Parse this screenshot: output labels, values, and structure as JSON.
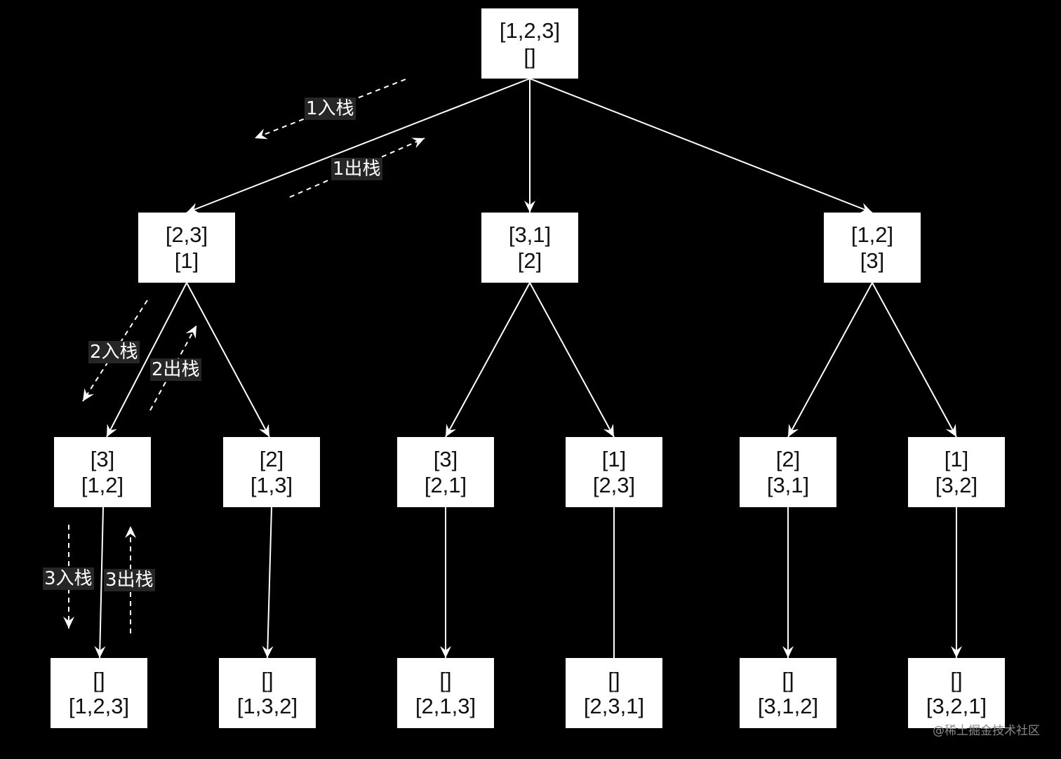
{
  "diagram": {
    "colors": {
      "background": "#000000",
      "node_fill": "#ffffff",
      "node_text": "#111111",
      "edge": "#ffffff",
      "label_bg": "#262626",
      "watermark": "#8a8a8a"
    },
    "nodes": [
      {
        "id": "root",
        "line1": "[1,2,3]",
        "line2": "[]"
      },
      {
        "id": "n23",
        "line1": "[2,3]",
        "line2": "[1]"
      },
      {
        "id": "n31",
        "line1": "[3,1]",
        "line2": "[2]"
      },
      {
        "id": "n12",
        "line1": "[1,2]",
        "line2": "[3]"
      },
      {
        "id": "l3a",
        "line1": "[3]",
        "line2": "[1,2]"
      },
      {
        "id": "l2a",
        "line1": "[2]",
        "line2": "[1,3]"
      },
      {
        "id": "l3b",
        "line1": "[3]",
        "line2": "[2,1]"
      },
      {
        "id": "l1a",
        "line1": "[1]",
        "line2": "[2,3]"
      },
      {
        "id": "l2b",
        "line1": "[2]",
        "line2": "[3,1]"
      },
      {
        "id": "l1b",
        "line1": "[1]",
        "line2": "[3,2]"
      },
      {
        "id": "r123",
        "line1": "[]",
        "line2": "[1,2,3]"
      },
      {
        "id": "r132",
        "line1": "[]",
        "line2": "[1,3,2]"
      },
      {
        "id": "r213",
        "line1": "[]",
        "line2": "[2,1,3]"
      },
      {
        "id": "r231",
        "line1": "[]",
        "line2": "[2,3,1]"
      },
      {
        "id": "r312",
        "line1": "[]",
        "line2": "[3,1,2]"
      },
      {
        "id": "r321",
        "line1": "[]",
        "line2": "[3,2,1]"
      }
    ],
    "edges": [
      {
        "from": "root",
        "to": "n23",
        "arrow": true
      },
      {
        "from": "root",
        "to": "n31",
        "arrow": true
      },
      {
        "from": "root",
        "to": "n12",
        "arrow": true
      },
      {
        "from": "n23",
        "to": "l3a",
        "arrow": true
      },
      {
        "from": "n23",
        "to": "l2a",
        "arrow": true
      },
      {
        "from": "n31",
        "to": "l3b",
        "arrow": true
      },
      {
        "from": "n31",
        "to": "l1a",
        "arrow": true
      },
      {
        "from": "n12",
        "to": "l2b",
        "arrow": true
      },
      {
        "from": "n12",
        "to": "l1b",
        "arrow": true
      },
      {
        "from": "l3a",
        "to": "r123",
        "arrow": true
      },
      {
        "from": "l2a",
        "to": "r132",
        "arrow": true
      },
      {
        "from": "l3b",
        "to": "r213",
        "arrow": true
      },
      {
        "from": "l1a",
        "to": "r231",
        "arrow": false
      },
      {
        "from": "l2b",
        "to": "r312",
        "arrow": true
      },
      {
        "from": "l1b",
        "to": "r321",
        "arrow": true
      }
    ],
    "stack_labels": [
      {
        "id": "push1",
        "text": "1入栈"
      },
      {
        "id": "pop1",
        "text": "1出栈"
      },
      {
        "id": "push2",
        "text": "2入栈"
      },
      {
        "id": "pop2",
        "text": "2出栈"
      },
      {
        "id": "push3",
        "text": "3入栈"
      },
      {
        "id": "pop3",
        "text": "3出栈"
      }
    ]
  },
  "watermark": "@稀土掘金技术社区"
}
